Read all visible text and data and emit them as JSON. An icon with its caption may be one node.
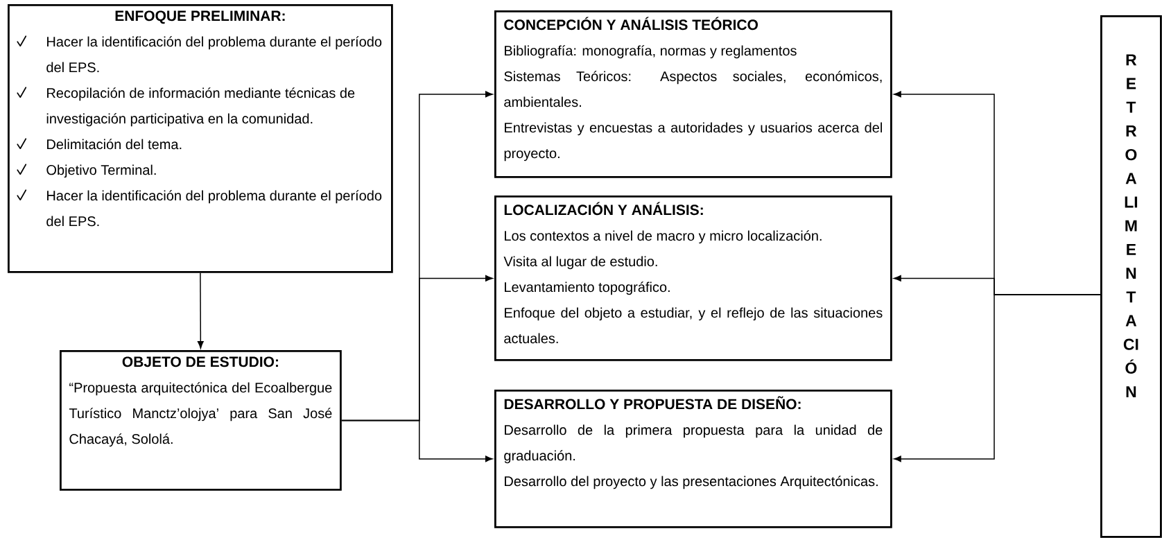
{
  "diagram": {
    "nodes": [
      {
        "text": [
          "ENFOQUE PRELIMINAR:",
          "Hacer la identificación del problema durante el período del EPS.",
          "Recopilación de información mediante técnicas de investigación participativa en la comunidad.",
          "Delimitación del tema.",
          "Objetivo Terminal.",
          "Hacer la identificación del problema durante el período del EPS."
        ]
      },
      {
        "text": [
          "OBJETO DE ESTUDIO:",
          "“Propuesta arquitectónica del Ecoalbergue Turístico Manctz’olojya’ para San José Chacayá, Sololá."
        ]
      },
      {
        "text": [
          "CONCEPCIÓN Y ANÁLISIS TEÓRICO",
          "Bibliografía: monografía, normas y reglamentos",
          "Sistemas Teóricos: Aspectos sociales, económicos, ambientales.",
          "Entrevistas y encuestas a autoridades y usuarios acerca del proyecto."
        ]
      },
      {
        "text": [
          "LOCALIZACIÓN Y ANÁLISIS:",
          "Los contextos a nivel de macro y micro localización.",
          "Visita al lugar de estudio.",
          "Levantamiento topográfico.",
          "Enfoque del objeto a estudiar, y el reflejo de las situaciones actuales."
        ]
      },
      {
        "text": [
          "DESARROLLO Y PROPUESTA DE DISEÑO:",
          "Desarrollo de la primera propuesta para la unidad de graduación.",
          "Desarrollo del proyecto y las presentaciones Arquitectónicas."
        ]
      },
      {
        "text": [
          "RETROALIMENTACIÓN"
        ]
      }
    ],
    "edges": [
      {
        "from": 0,
        "to": 1,
        "arrow": "to"
      },
      {
        "from": 1,
        "to": 2,
        "arrow": "to"
      },
      {
        "from": 1,
        "to": 3,
        "arrow": "to"
      },
      {
        "from": 1,
        "to": 4,
        "arrow": "to"
      },
      {
        "from": 5,
        "to": 2,
        "arrow": "to"
      },
      {
        "from": 5,
        "to": 3,
        "arrow": "to"
      },
      {
        "from": 5,
        "to": 4,
        "arrow": "to"
      }
    ]
  }
}
